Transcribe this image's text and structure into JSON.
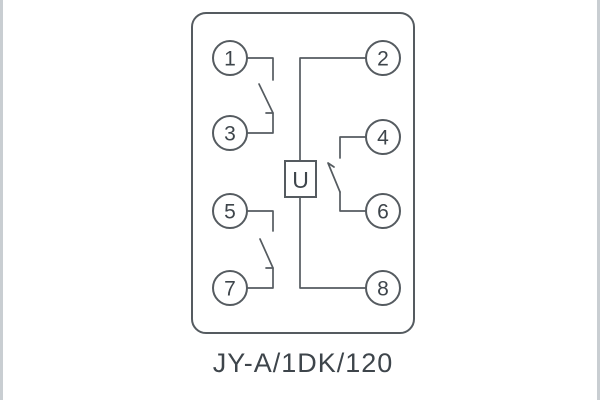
{
  "diagram": {
    "caption": "JY-A/1DK/120",
    "coil_label": "U",
    "terminals": [
      "1",
      "2",
      "3",
      "4",
      "5",
      "6",
      "7",
      "8"
    ]
  },
  "colors": {
    "line": "#555b60",
    "ink": "#3e454b",
    "edge": "#c9ced2",
    "bg": "#ffffff"
  }
}
